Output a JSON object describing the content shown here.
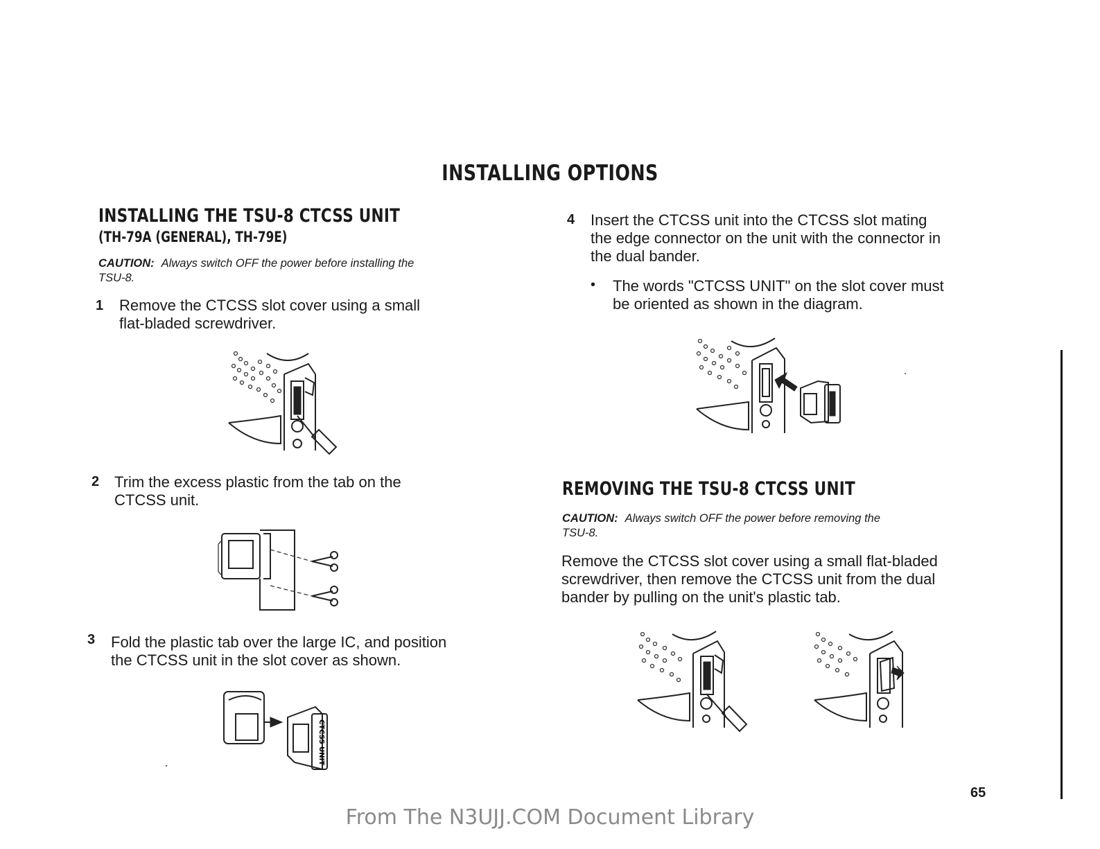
{
  "page": {
    "title": "INSTALLING OPTIONS",
    "page_number": "65",
    "footer": "From The N3UJJ.COM Document Library"
  },
  "install": {
    "heading": "INSTALLING THE TSU-8 CTCSS UNIT",
    "subheading": "(TH-79A (GENERAL), TH-79E)",
    "caution_label": "CAUTION:",
    "caution_text": "Always switch OFF the power before installing the",
    "caution_text_2": "TSU-8.",
    "steps": [
      {
        "num": "1",
        "line1": "Remove the CTCSS slot cover using a small",
        "line2": "flat-bladed screwdriver."
      },
      {
        "num": "2",
        "line1": "Trim the excess plastic from the tab on the",
        "line2": "CTCSS unit."
      },
      {
        "num": "3",
        "line1": "Fold the plastic tab over the large IC, and position",
        "line2": "the CTCSS unit in the slot cover as shown."
      },
      {
        "num": "4",
        "line1": "Insert the CTCSS unit into the CTCSS slot mating",
        "line2": "the edge connector on the unit with the connector in",
        "line3": "the dual bander."
      }
    ],
    "bullet": {
      "line1": "The words \"CTCSS UNIT\" on the slot cover must",
      "line2": "be oriented as shown in the diagram."
    },
    "cover_label": "CTCSS UNIT"
  },
  "remove": {
    "heading": "REMOVING THE TSU-8 CTCSS UNIT",
    "caution_label": "CAUTION:",
    "caution_text": "Always switch OFF the power before removing the",
    "caution_text_2": "TSU-8.",
    "line1": "Remove the CTCSS slot cover using a small flat-bladed",
    "line2": "screwdriver, then remove the CTCSS unit from the dual",
    "line3": "bander by pulling on the unit's plastic tab."
  }
}
